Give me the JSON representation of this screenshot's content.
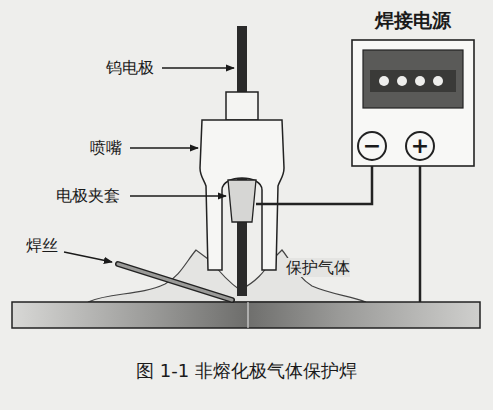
{
  "diagram": {
    "caption": "图 1-1 非熔化极气体保护焊",
    "nodes": [
      {
        "text": [
          "焊接电源"
        ]
      }
    ],
    "labels": [
      "钨电极",
      "喷嘴",
      "电极夹套",
      "焊丝",
      "保护气体",
      "−",
      "+"
    ]
  }
}
